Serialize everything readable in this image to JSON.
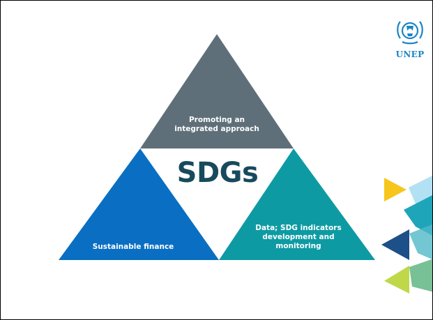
{
  "logo": {
    "text": "UNEP",
    "icon": "un-emblem-icon",
    "color": "#1b84c6"
  },
  "diagram": {
    "center_label": "SDGs",
    "top": {
      "label_line1": "Promoting an",
      "label_line2": "integrated approach",
      "color": "#5f6f79"
    },
    "left": {
      "label": "Sustainable finance",
      "color": "#0a6fc2"
    },
    "right": {
      "label_line1": "Data; SDG indicators",
      "label_line2": "development and",
      "label_line3": "monitoring",
      "color": "#0e9aa3"
    }
  },
  "decorations": {
    "yellow": "#f7c61c",
    "teal": "#1ea5b9",
    "navy": "#1d4f88",
    "lime": "#bfd84a",
    "sky": "#73c8ea"
  }
}
